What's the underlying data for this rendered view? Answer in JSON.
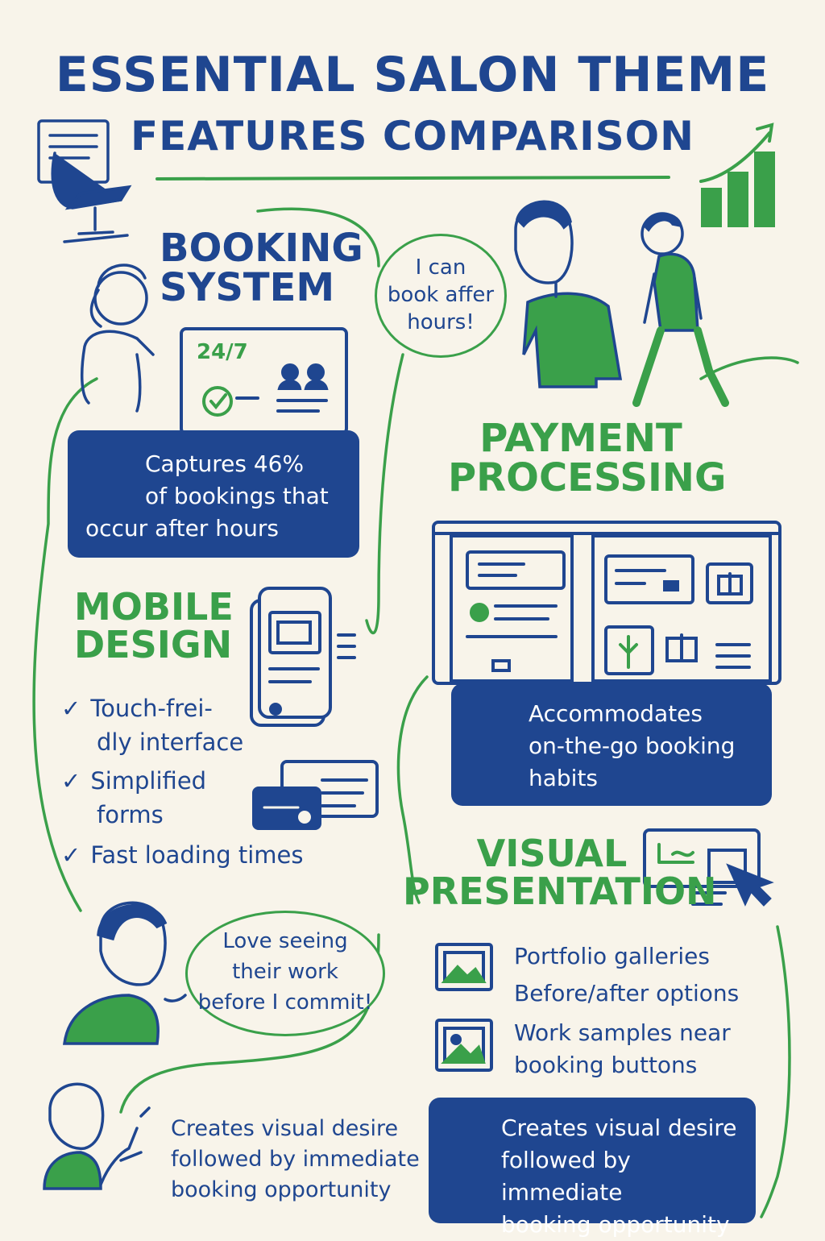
{
  "title": {
    "line1": "ESSENTIAL SALON THEME",
    "line2": "FEATURES COMPARISON"
  },
  "booking": {
    "heading_line1": "BOOKING",
    "heading_line2": "SYSTEM",
    "screen_label": "24/7",
    "stat_line1": "Captures 46%",
    "stat_line2": "of bookings that",
    "stat_line3": "occur after hours"
  },
  "bubble_booking": {
    "line1": "I can",
    "line2": "book affer",
    "line3": "hours!"
  },
  "payment": {
    "heading_line1": "PAYMENT",
    "heading_line2": "PROCESSING",
    "box_line1": "Accommodates",
    "box_line2": "on-the-go booking",
    "box_line3": "habits"
  },
  "mobile": {
    "heading_line1": "MOBILE",
    "heading_line2": "DESIGN",
    "items": [
      {
        "line1": "Touch-frei-",
        "line2": "dly interface"
      },
      {
        "line1": "Simplified",
        "line2": "forms"
      },
      {
        "line1": "Fast loading times",
        "line2": ""
      }
    ],
    "check_symbol": "✓"
  },
  "visual": {
    "heading_line1": "VISUAL",
    "heading_line2": "PRESENTATION",
    "items": [
      "Portfolio galleries",
      "Before/after options",
      "Work samples near",
      "booking buttons"
    ],
    "box_line1": "Creates visual desire",
    "box_line2": "followed by immediate",
    "box_line3": "booking opportunity"
  },
  "bubble_visual": {
    "line1": "Love seeing",
    "line2": "their work",
    "line3": "before I commit!"
  },
  "bottom_note": {
    "line1": "Creates visual desire",
    "line2": "followed by immediate",
    "line3": "booking opportunity"
  },
  "colors": {
    "blue": "#1f4690",
    "green": "#3aa04a",
    "background": "#f8f4ea"
  }
}
